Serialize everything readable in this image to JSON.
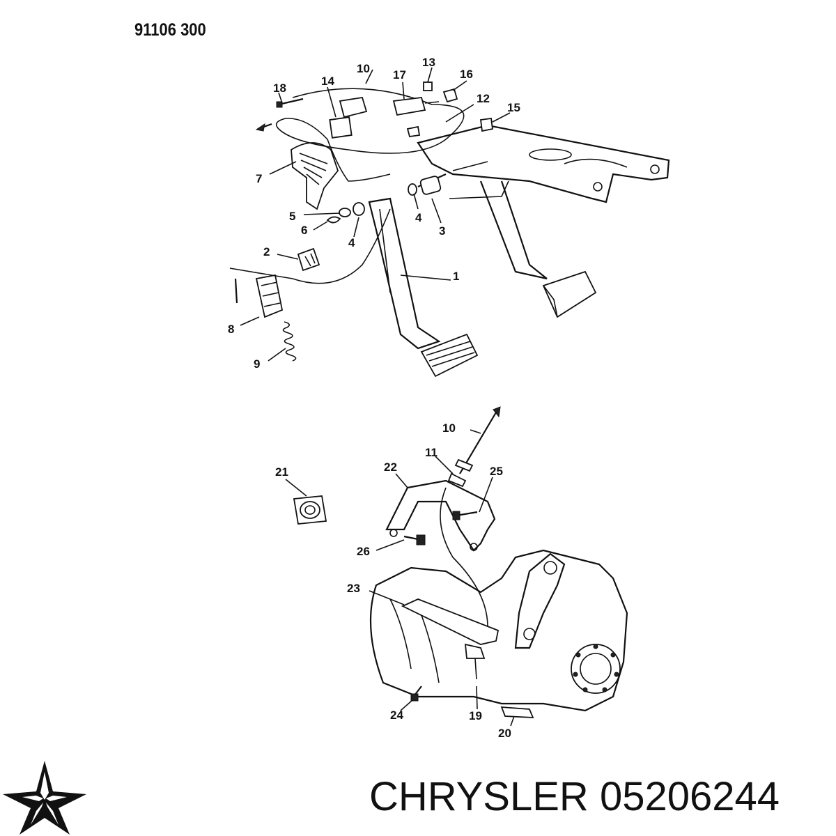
{
  "header": {
    "diagram_code": "91106 300"
  },
  "callouts": {
    "c1": "1",
    "c2": "2",
    "c3": "3",
    "c4a": "4",
    "c4b": "4",
    "c5": "5",
    "c6": "6",
    "c7": "7",
    "c8": "8",
    "c9": "9",
    "c10a": "10",
    "c10b": "10",
    "c11": "11",
    "c12": "12",
    "c13": "13",
    "c14": "14",
    "c15": "15",
    "c16": "16",
    "c17": "17",
    "c18": "18",
    "c19": "19",
    "c20": "20",
    "c21": "21",
    "c22": "22",
    "c23": "23",
    "c24": "24",
    "c25": "25",
    "c26": "26"
  },
  "footer": {
    "brand": "CHRYSLER",
    "part_number": "05206244",
    "logo_icon": "chrysler-pentastar-icon"
  }
}
